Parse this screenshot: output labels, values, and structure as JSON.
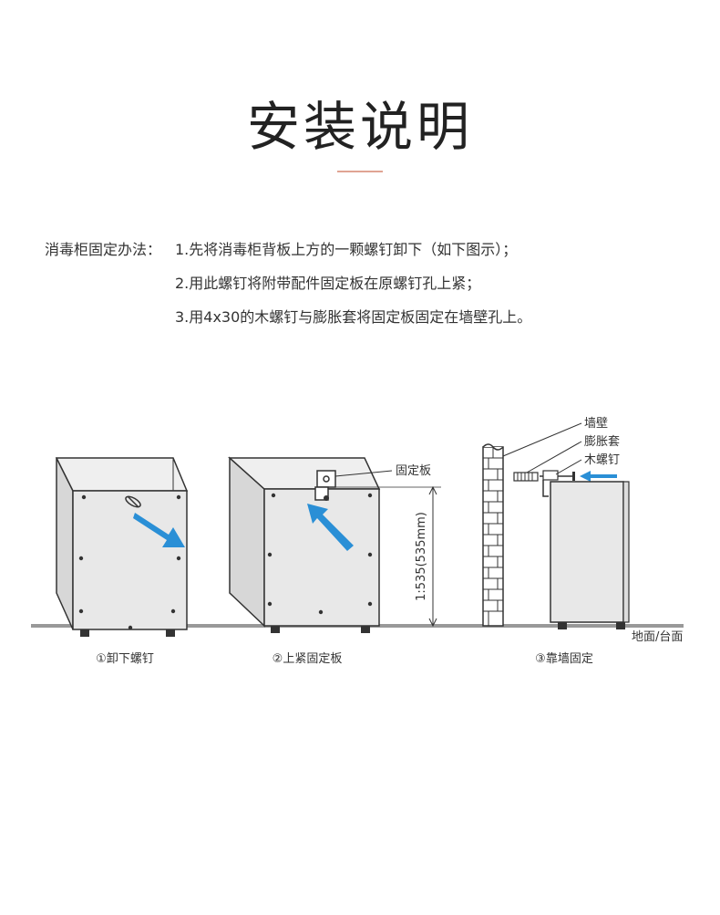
{
  "title": "安装说明",
  "instructions": {
    "lead": "消毒柜固定办法：",
    "steps": [
      "1.先将消毒柜背板上方的一颗螺钉卸下（如下图示）；",
      "2.用此螺钉将附带配件固定板在原螺钉孔上紧；",
      "3.用4x30的木螺钉与膨胀套将固定板固定在墙壁孔上。"
    ]
  },
  "diagram": {
    "captions": [
      "①卸下螺钉",
      "②上紧固定板",
      "③靠墙固定"
    ],
    "labels": {
      "fixing_plate": "固定板",
      "dimension": "1:535(535mm)",
      "wall": "墙壁",
      "expansion_sleeve": "膨胀套",
      "wood_screw": "木螺钉",
      "floor": "地面/台面"
    },
    "colors": {
      "arrow": "#2a8fd6",
      "accent": "#e0a493",
      "cabinet": "#e8e8e8",
      "floor": "#999999"
    }
  }
}
